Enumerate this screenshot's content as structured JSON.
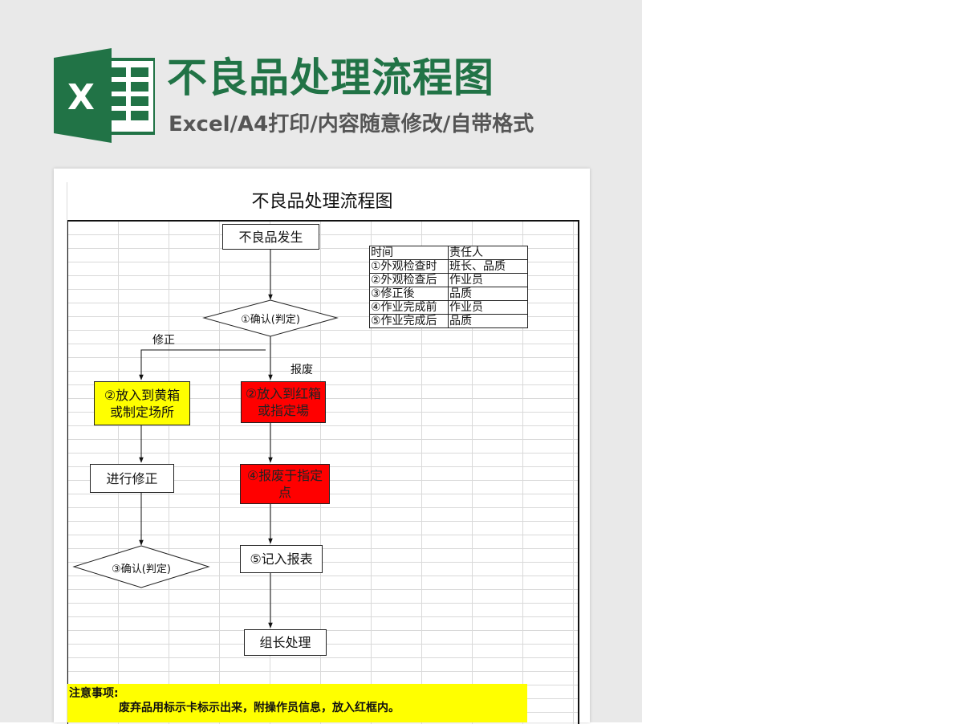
{
  "header": {
    "title": "不良品处理流程图",
    "subtitle": "Excel/A4打印/内容随意修改/自带格式"
  },
  "logo": {
    "icon": "excel-icon",
    "letter": "X",
    "color": "#217346"
  },
  "sheet": {
    "title": "不良品处理流程图",
    "flow": {
      "start": "不良品发生",
      "decision1": "①确认(判定)",
      "branch_left": "修正",
      "branch_right": "报废",
      "yellow_box": "②放入到黄箱或制定场所",
      "red_box1": "②放入到红箱或指定場",
      "correct": "进行修正",
      "red_box2": "④报废于指定点",
      "decision2": "③确认(判定)",
      "record": "⑤记入报表",
      "leader": "组长处理"
    },
    "responsibility": {
      "header": [
        "时间",
        "责任人"
      ],
      "rows": [
        [
          "①外观检查时",
          "班长、品质"
        ],
        [
          "②外观检查后",
          "作业员"
        ],
        [
          "③修正後",
          "品质"
        ],
        [
          "④作业完成前",
          "作业员"
        ],
        [
          "⑤作业完成后",
          "品质"
        ]
      ]
    },
    "notice": {
      "heading": "注意事项:",
      "text": "废弃品用标示卡标示出来，附操作员信息，放入红框内。"
    },
    "colors": {
      "yellow": "#ffff00",
      "red": "#ff0000"
    }
  }
}
